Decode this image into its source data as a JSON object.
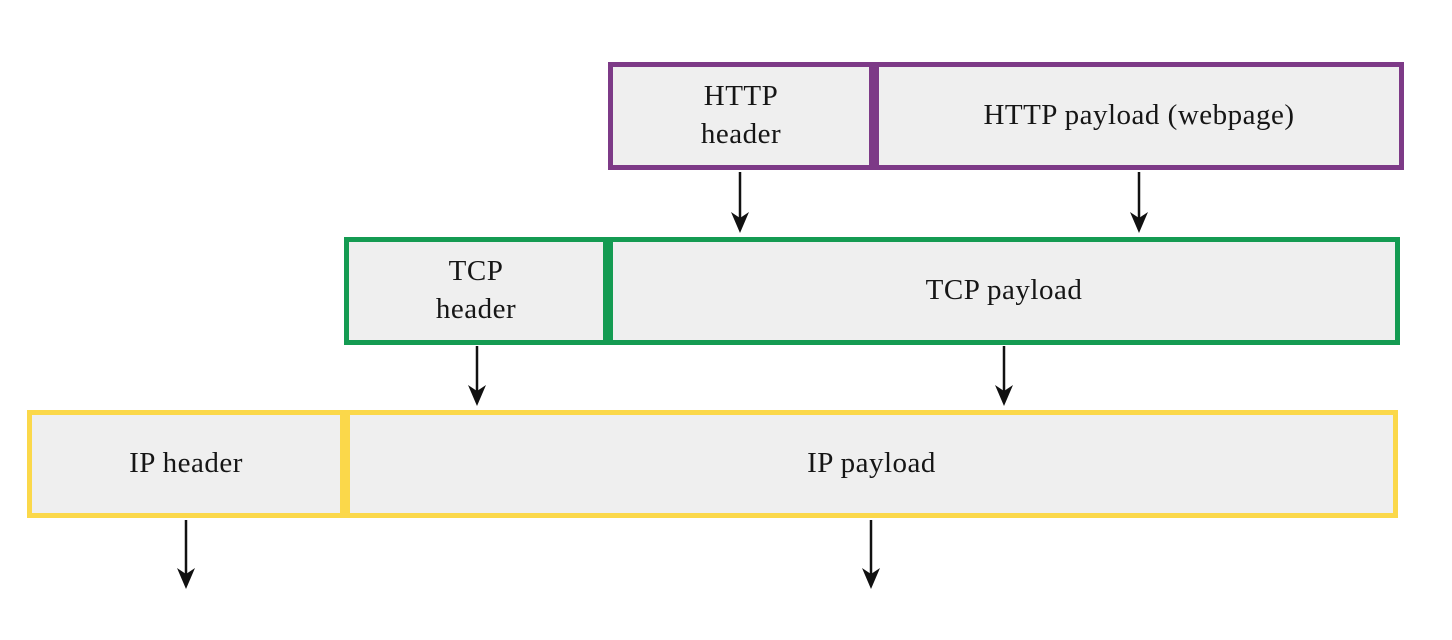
{
  "diagram": {
    "type": "network-protocol-encapsulation",
    "colors": {
      "http_border": "#7d3a87",
      "tcp_border": "#149b52",
      "ip_border": "#fbd84a",
      "box_fill": "#efefef",
      "text": "#161616",
      "arrow": "#111111",
      "background": "#ffffff"
    },
    "layers": [
      {
        "name": "HTTP",
        "border_color": "#7d3a87",
        "header_label": "HTTP\nheader",
        "payload_label": "HTTP payload (webpage)"
      },
      {
        "name": "TCP",
        "border_color": "#149b52",
        "header_label": "TCP\nheader",
        "payload_label": "TCP payload"
      },
      {
        "name": "IP",
        "border_color": "#fbd84a",
        "header_label": "IP header",
        "payload_label": "IP payload"
      }
    ],
    "arrows": [
      {
        "from": "HTTP header",
        "to": "TCP payload"
      },
      {
        "from": "HTTP payload",
        "to": "TCP payload"
      },
      {
        "from": "TCP header",
        "to": "IP payload"
      },
      {
        "from": "TCP payload",
        "to": "IP payload"
      },
      {
        "from": "IP header",
        "to": "lower layer (off diagram)"
      },
      {
        "from": "IP payload",
        "to": "lower layer (off diagram)"
      }
    ]
  }
}
